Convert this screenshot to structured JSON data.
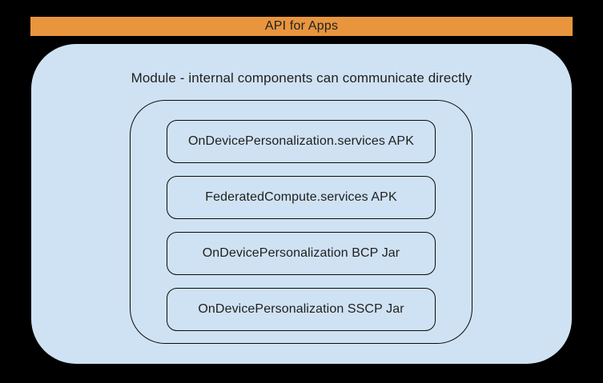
{
  "canvas": {
    "background_color": "#000000"
  },
  "banner": {
    "label": "API for Apps",
    "bg_color": "#E8953E",
    "text_color": "#202124"
  },
  "module": {
    "title": "Module - internal components can communicate directly",
    "bg_color": "#CFE2F3",
    "outline_color": "#0b0b0b",
    "components": [
      {
        "label": "OnDevicePersonalization.services APK"
      },
      {
        "label": "FederatedCompute.services APK"
      },
      {
        "label": "OnDevicePersonalization BCP Jar"
      },
      {
        "label": "OnDevicePersonalization SSCP Jar"
      }
    ]
  }
}
